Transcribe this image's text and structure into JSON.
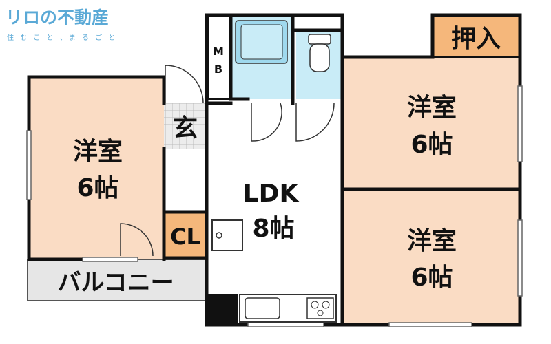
{
  "logo": {
    "name": "リロの不動産",
    "tagline": "住 む こ と 、ま る ご と"
  },
  "rooms": {
    "west_room": {
      "name": "洋室",
      "size": "6帖"
    },
    "northeast_room": {
      "name": "洋室",
      "size": "6帖"
    },
    "southeast_room": {
      "name": "洋室",
      "size": "6帖"
    },
    "ldk": {
      "name": "LDK",
      "size": "8帖"
    }
  },
  "labels": {
    "entrance": "玄",
    "closet": "CL",
    "storage": "押入",
    "balcony": "バルコニー",
    "meter_box_m": "M",
    "meter_box_b": "B"
  },
  "colors": {
    "room_fill": "#fadcc4",
    "wet_area": "#c9ecf7",
    "storage_fill": "#f5b77b",
    "balcony_fill": "#e6e6e6",
    "wall": "#111111",
    "logo": "#5aa9d6"
  }
}
